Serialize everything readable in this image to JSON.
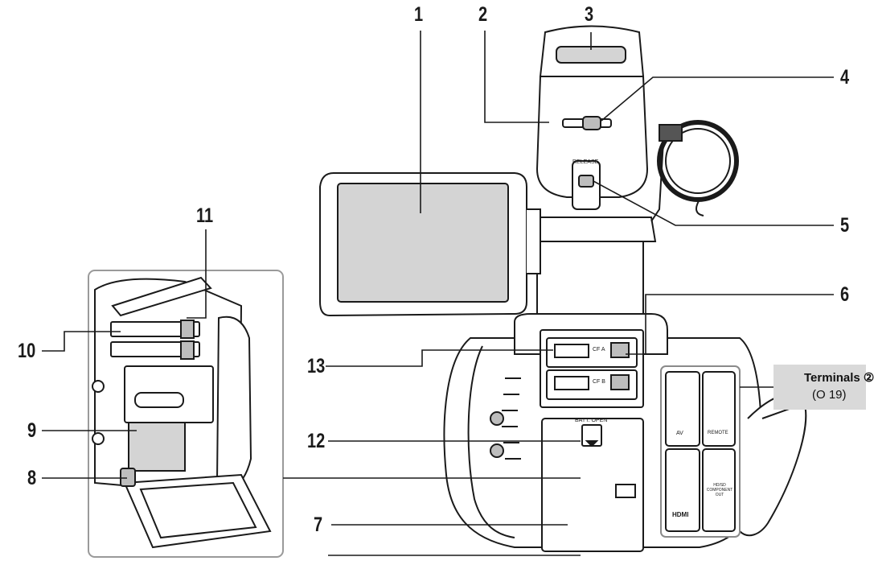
{
  "callouts": {
    "c1": "1",
    "c2": "2",
    "c3": "3",
    "c4": "4",
    "c5": "5",
    "c6": "6",
    "c7": "7",
    "c8": "8",
    "c9": "9",
    "c10": "10",
    "c11": "11",
    "c12": "12",
    "c13": "13"
  },
  "terminals": {
    "title": "Terminals",
    "circled_number": "②",
    "page_ref": "(O 19)"
  },
  "device_labels": {
    "release": "RELEASE",
    "cf_a": "CF A",
    "cf_b": "CF B",
    "batt_open": "BATT. OPEN",
    "av": "AV",
    "remote": "REMOTE",
    "hdmi": "HDMI",
    "component": "HD/SD COMPONENT OUT"
  },
  "colors": {
    "line": "#1a1a1a",
    "body": "#ffffff",
    "screen": "#d4d4d4",
    "shade": "#bdbdbd",
    "box": "#d9d9d9"
  }
}
